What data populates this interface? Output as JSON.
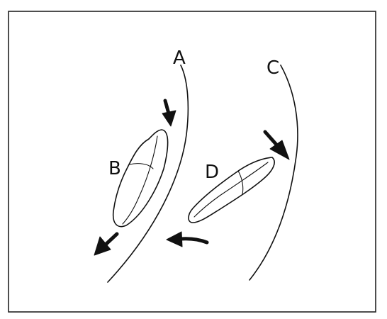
{
  "labels": {
    "arch_a": "A",
    "tooth_b": "B",
    "arch_c": "C",
    "tooth_d": "D"
  },
  "colors": {
    "ink": "#111111",
    "background": "#ffffff"
  },
  "icons": {
    "arrow": "filled-black-arrow"
  }
}
